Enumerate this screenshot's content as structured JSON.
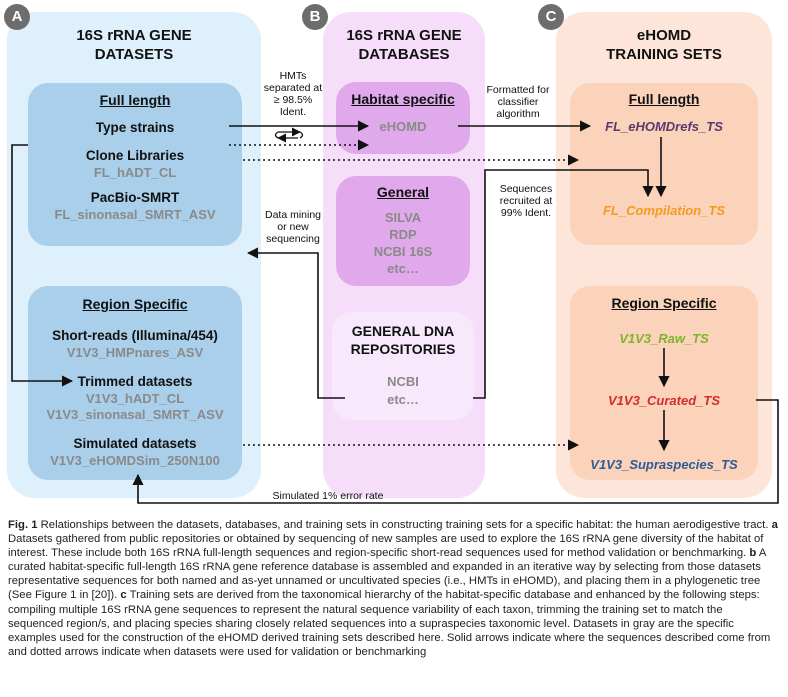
{
  "panels": {
    "a": {
      "letter": "A",
      "title_line1": "16S rRNA GENE",
      "title_line2": "DATASETS",
      "full_length": {
        "heading": "Full length",
        "type_strains": "Type strains",
        "clone_libraries": "Clone Libraries",
        "fl_hadt": "FL_hADT_CL",
        "pacbio": "PacBio-SMRT",
        "fl_sinonasal": "FL_sinonasal_SMRT_ASV"
      },
      "region_specific": {
        "heading": "Region Specific",
        "short_reads": "Short-reads (Illumina/454)",
        "v1v3_hmp": "V1V3_HMPnares_ASV",
        "trimmed": "Trimmed datasets",
        "v1v3_hadt": "V1V3_hADT_CL",
        "v1v3_sinonasal": "V1V3_sinonasal_SMRT_ASV",
        "simulated": "Simulated datasets",
        "v1v3_sim": "V1V3_eHOMDSim_250N100"
      }
    },
    "b": {
      "letter": "B",
      "title_line1": "16S rRNA GENE",
      "title_line2": "DATABASES",
      "habitat": {
        "heading": "Habitat specific",
        "ehomd": "eHOMD"
      },
      "general": {
        "heading": "General",
        "items": [
          "SILVA",
          "RDP",
          "NCBI 16S",
          "etc…"
        ]
      },
      "repos": {
        "title_line1": "GENERAL DNA",
        "title_line2": "REPOSITORIES",
        "items": [
          "NCBI",
          "etc…"
        ]
      }
    },
    "c": {
      "letter": "C",
      "title_line1": "eHOMD",
      "title_line2": "TRAINING SETS",
      "full_length": {
        "heading": "Full length",
        "refs": "FL_eHOMDrefs_TS",
        "compilation": "FL_Compilation_TS"
      },
      "region_specific": {
        "heading": "Region Specific",
        "raw": "V1V3_Raw_TS",
        "curated": "V1V3_Curated_TS",
        "supraspecies": "V1V3_Supraspecies_TS"
      }
    }
  },
  "annotations": {
    "hmts": [
      "HMTs",
      "separated at",
      "≥ 98.5%",
      "Ident."
    ],
    "formatted": [
      "Formatted for",
      "classifier",
      "algorithm"
    ],
    "recruited": [
      "Sequences",
      "recruited at",
      "99% Ident."
    ],
    "mining": [
      "Data mining",
      "or new",
      "sequencing"
    ],
    "error_rate": "Simulated 1% error rate"
  },
  "colors": {
    "refs": "#5b3a6e",
    "compilation": "#f39a1f",
    "raw": "#7db52a",
    "curated": "#d42c2c",
    "supraspecies": "#2e5b94",
    "gray": "#8a8a8a"
  },
  "caption": {
    "fig": "Fig. 1",
    "intro": "Relationships between the datasets, databases, and training sets in constructing training sets for a specific habitat: the human aerodigestive tract.",
    "a_label": "a",
    "a_text": "Datasets gathered from public repositories or obtained by sequencing of new samples are used to explore the 16S rRNA gene diversity of the habitat of interest. These include both 16S rRNA full-length sequences and region-specific short-read sequences used for method validation or benchmarking.",
    "b_label": "b",
    "b_text": "A curated habitat-specific full-length 16S rRNA gene reference database is assembled and expanded in an iterative way by selecting from those datasets representative sequences for both named and as-yet unnamed or uncultivated species (i.e., HMTs in eHOMD), and placing them in a phylogenetic tree (See Figure 1 in [20]).",
    "c_label": "c",
    "c_text": "Training sets are derived from the taxonomical hierarchy of the habitat-specific database and enhanced by the following steps: compiling multiple 16S rRNA gene sequences to represent the natural sequence variability of each taxon, trimming the training set to match the sequenced region/s, and placing species sharing closely related sequences into a supraspecies taxonomic level. Datasets in gray are the specific examples used for the construction of the eHOMD derived training sets described here. Solid arrows indicate where the sequences described come from and dotted arrows indicate when datasets were used for validation or benchmarking"
  }
}
